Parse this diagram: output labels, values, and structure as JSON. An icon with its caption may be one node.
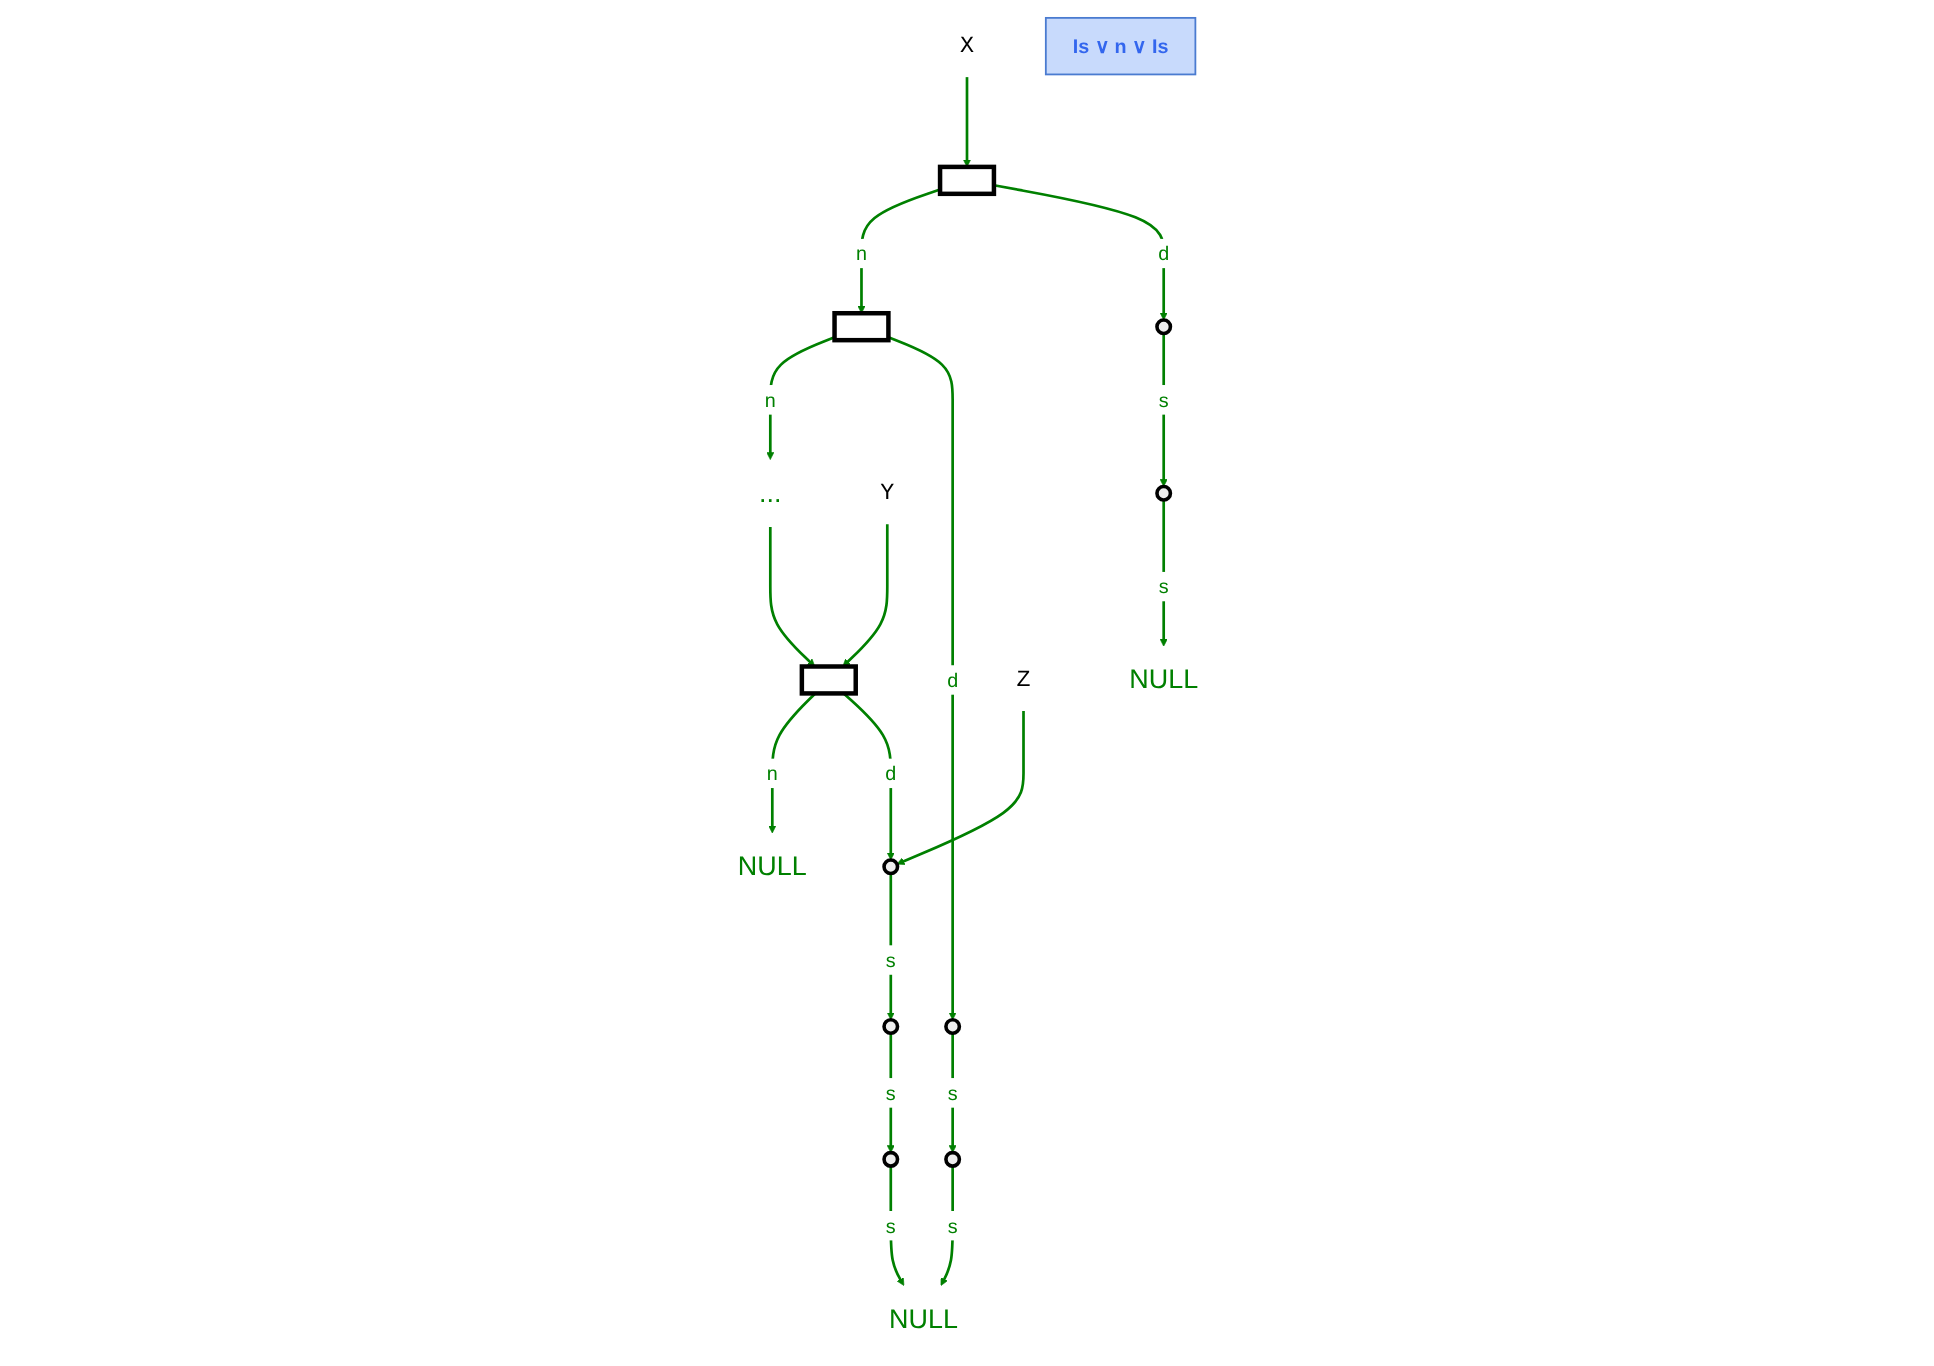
{
  "diagram": {
    "nodes": [
      {
        "text": [
          "X"
        ]
      },
      {
        "text": [],
        "shape": "box"
      },
      {
        "text": [],
        "shape": "box"
      },
      {
        "text": [
          "..."
        ]
      },
      {
        "text": [
          "Y"
        ]
      },
      {
        "text": [],
        "shape": "box"
      },
      {
        "text": [
          "NULL"
        ]
      },
      {
        "text": [],
        "shape": "circle"
      },
      {
        "text": [],
        "shape": "circle"
      },
      {
        "text": [
          "NULL"
        ]
      },
      {
        "text": [],
        "shape": "circle"
      },
      {
        "text": [],
        "shape": "circle"
      },
      {
        "text": [
          "NULL"
        ]
      },
      {
        "text": [
          "Z"
        ]
      },
      {
        "text": [],
        "shape": "circle"
      },
      {
        "text": [],
        "shape": "circle"
      },
      {
        "text": [],
        "shape": "circle"
      },
      {
        "text": [
          "Is ∨ n ∨ Is"
        ]
      }
    ],
    "edges": [
      {
        "from": 0,
        "to": 1,
        "arrow": "to"
      },
      {
        "from": 1,
        "to": 2,
        "arrow": "to",
        "label": "n"
      },
      {
        "from": 2,
        "to": 3,
        "arrow": "to",
        "label": "n"
      },
      {
        "from": 3,
        "to": 5,
        "arrow": "to"
      },
      {
        "from": 4,
        "to": 5,
        "arrow": "to"
      },
      {
        "from": 5,
        "to": 6,
        "arrow": "to",
        "label": "n"
      },
      {
        "from": 1,
        "to": 7,
        "arrow": "to",
        "label": "d"
      },
      {
        "from": 7,
        "to": 8,
        "arrow": "to",
        "label": "s"
      },
      {
        "from": 8,
        "to": 9,
        "arrow": "to",
        "label": "s"
      },
      {
        "from": 2,
        "to": 10,
        "arrow": "to",
        "label": "d"
      },
      {
        "from": 10,
        "to": 11,
        "arrow": "to",
        "label": "s"
      },
      {
        "from": 11,
        "to": 12,
        "arrow": "to",
        "label": "s"
      },
      {
        "from": 5,
        "to": 14,
        "arrow": "to",
        "label": "d"
      },
      {
        "from": 13,
        "to": 14,
        "arrow": "to"
      },
      {
        "from": 14,
        "to": 15,
        "arrow": "to",
        "label": "s"
      },
      {
        "from": 15,
        "to": 16,
        "arrow": "to",
        "label": "s"
      },
      {
        "from": 16,
        "to": 12,
        "arrow": "to",
        "label": "s"
      }
    ]
  }
}
